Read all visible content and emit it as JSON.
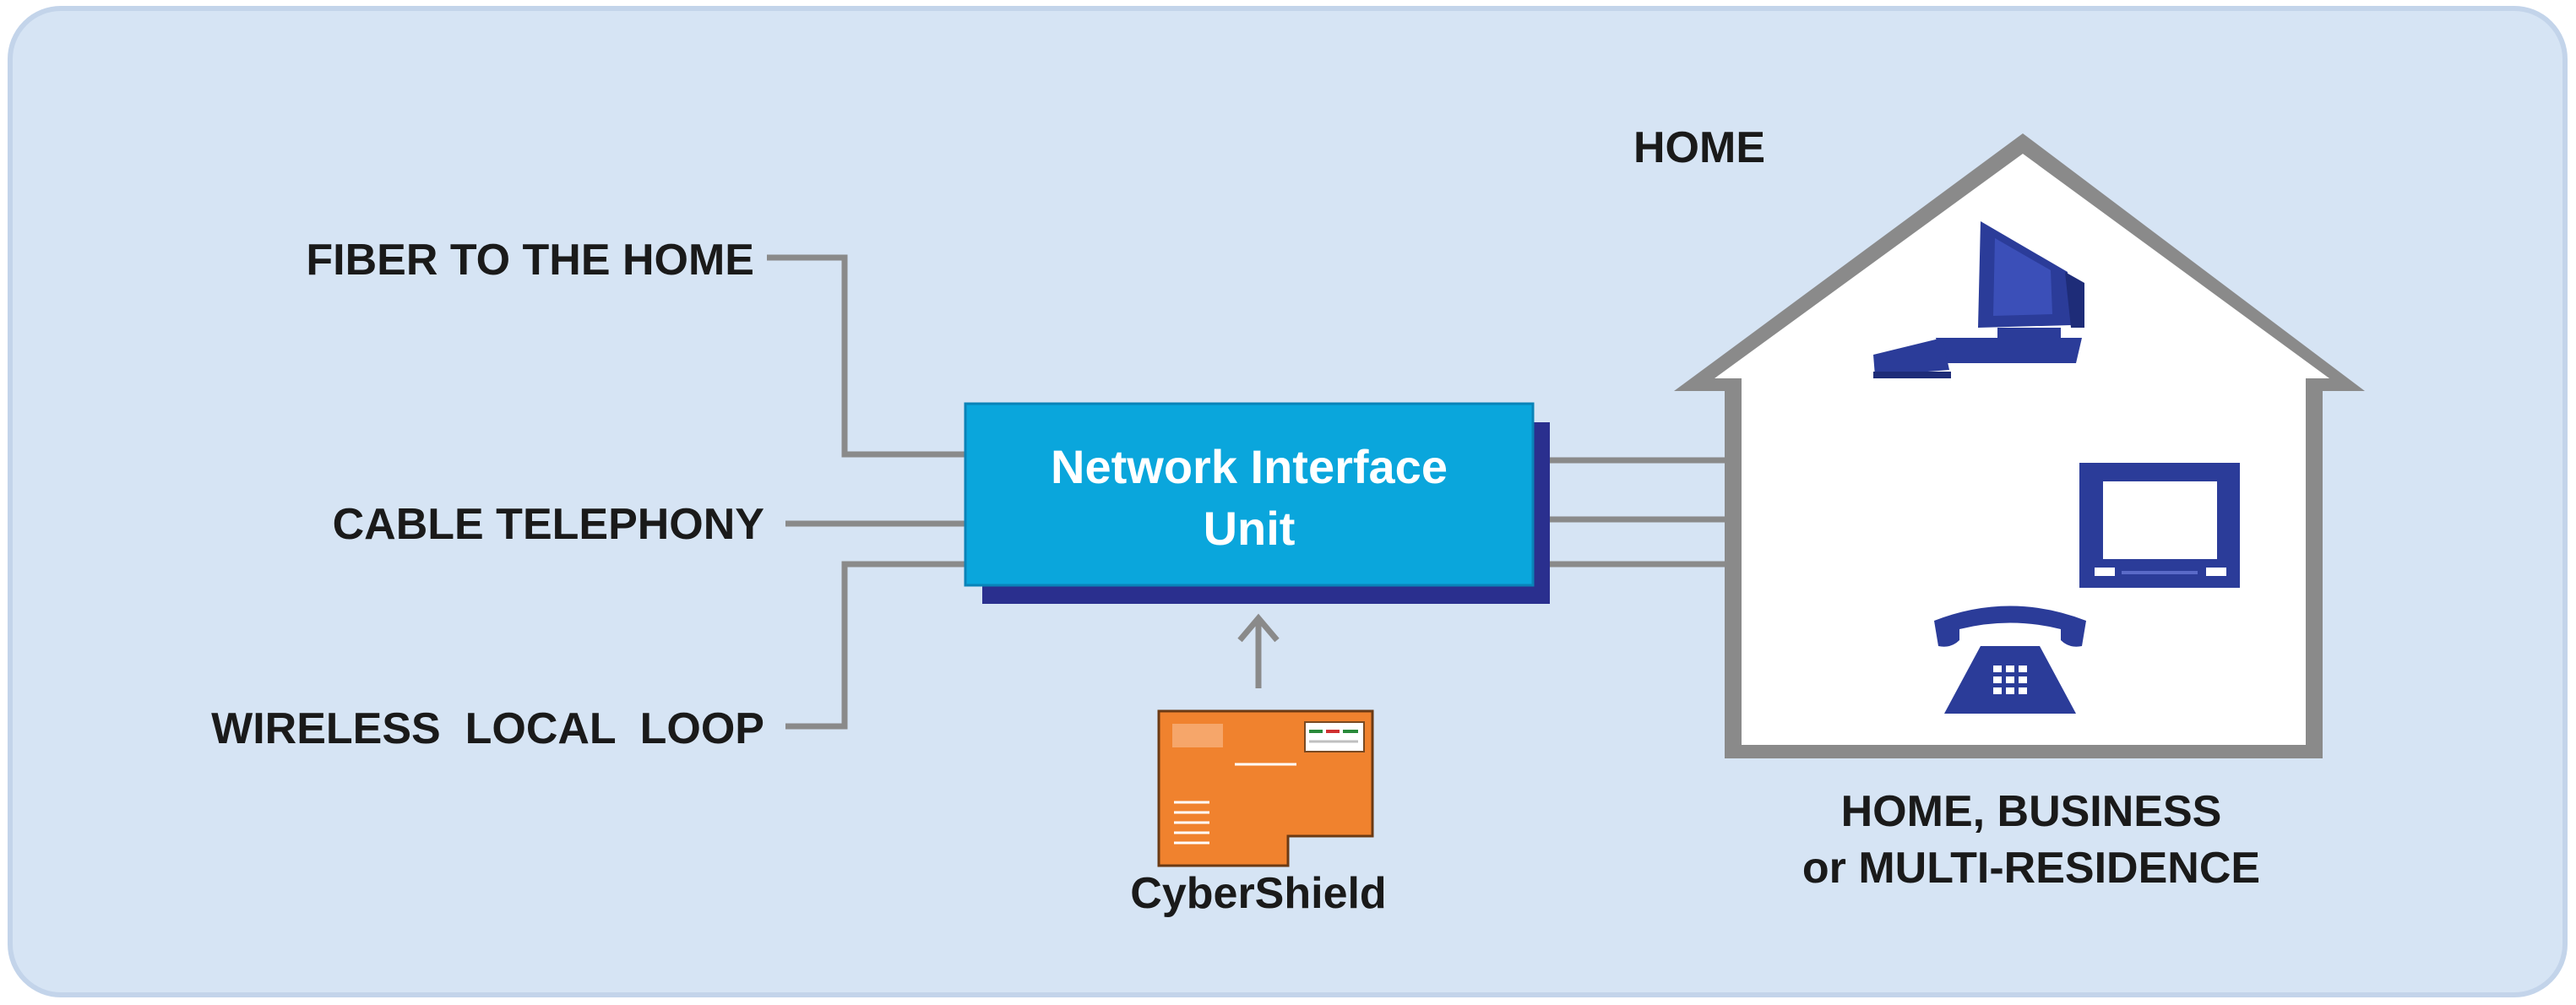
{
  "inputs": {
    "fiber": "FIBER TO THE HOME",
    "cable": "CABLE TELEPHONY",
    "wireless": "WIRELESS  LOCAL  LOOP"
  },
  "niu": {
    "line1": "Network Interface",
    "line2": "Unit"
  },
  "cybershield": {
    "label": "CyberShield",
    "icon": "envelope-icon"
  },
  "home": {
    "title": "HOME",
    "caption_line1": "HOME, BUSINESS",
    "caption_line2": "or MULTI-RESIDENCE",
    "devices": [
      "computer-icon",
      "television-icon",
      "telephone-icon"
    ]
  },
  "colors": {
    "background_panel": "#d6e4f4",
    "niu_box": "#0aa6dc",
    "niu_shadow": "#2a2f8e",
    "device_blue": "#2b3c99",
    "lines": "#8a8a8a",
    "envelope": "#f0822e"
  }
}
